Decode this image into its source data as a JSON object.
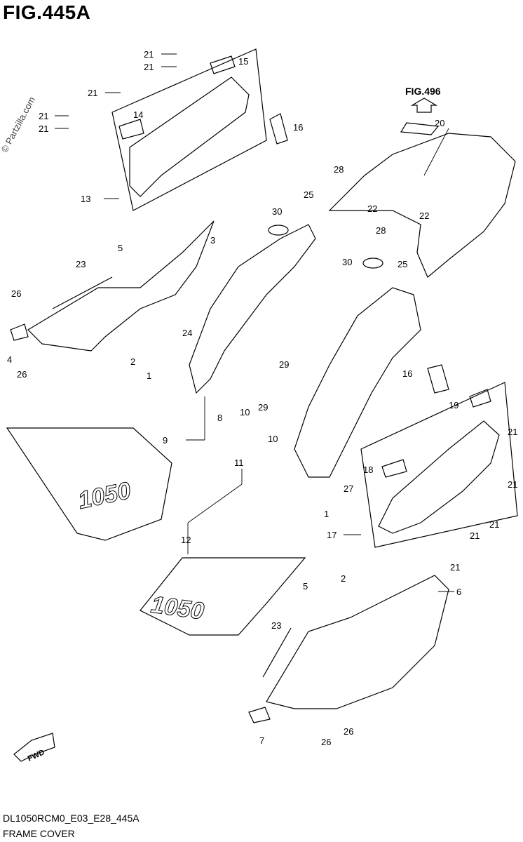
{
  "figure": {
    "title": "FIG.445A",
    "code": "DL1050RCM0_E03_E28_445A",
    "name": "FRAME COVER",
    "watermark": "© Partzilla.com",
    "reference": "FIG.496",
    "fwd_label": "FWD",
    "decal_text": "1050"
  },
  "callouts": [
    "1",
    "2",
    "3",
    "4",
    "5",
    "6",
    "7",
    "8",
    "9",
    "10",
    "11",
    "12",
    "13",
    "14",
    "15",
    "16",
    "17",
    "18",
    "19",
    "20",
    "21",
    "22",
    "23",
    "24",
    "25",
    "26",
    "27",
    "28",
    "29",
    "30"
  ],
  "colors": {
    "line": "#000000",
    "background": "#ffffff"
  }
}
